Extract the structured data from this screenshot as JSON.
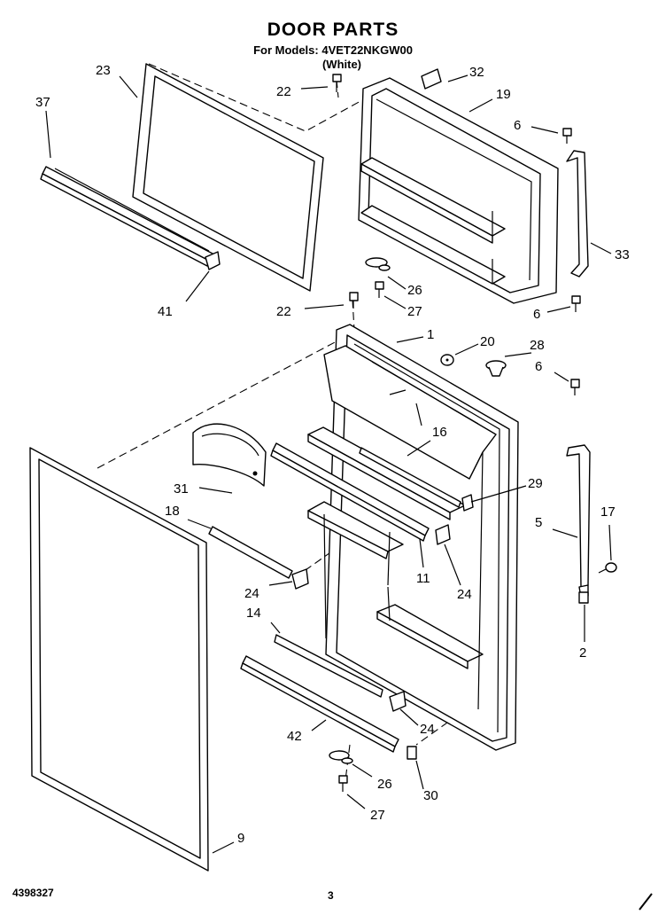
{
  "header": {
    "title": "DOOR PARTS",
    "models_line": "For Models: 4VET22NKGW00",
    "color": "(White)"
  },
  "footer": {
    "doc_number": "4398327",
    "page": "3"
  },
  "callouts": [
    {
      "id": "c23",
      "label": "23"
    },
    {
      "id": "c37",
      "label": "37"
    },
    {
      "id": "c22a",
      "label": "22"
    },
    {
      "id": "c32",
      "label": "32"
    },
    {
      "id": "c19",
      "label": "19"
    },
    {
      "id": "c6a",
      "label": "6"
    },
    {
      "id": "c33",
      "label": "33"
    },
    {
      "id": "c26a",
      "label": "26"
    },
    {
      "id": "c27a",
      "label": "27"
    },
    {
      "id": "c6b",
      "label": "6"
    },
    {
      "id": "c41",
      "label": "41"
    },
    {
      "id": "c22b",
      "label": "22"
    },
    {
      "id": "c1",
      "label": "1"
    },
    {
      "id": "c20",
      "label": "20"
    },
    {
      "id": "c28",
      "label": "28"
    },
    {
      "id": "c6c",
      "label": "6"
    },
    {
      "id": "c16",
      "label": "16"
    },
    {
      "id": "c29",
      "label": "29"
    },
    {
      "id": "c31",
      "label": "31"
    },
    {
      "id": "c18",
      "label": "18"
    },
    {
      "id": "c5",
      "label": "5"
    },
    {
      "id": "c17",
      "label": "17"
    },
    {
      "id": "c24a",
      "label": "24"
    },
    {
      "id": "c11",
      "label": "11"
    },
    {
      "id": "c24b",
      "label": "24"
    },
    {
      "id": "c14",
      "label": "14"
    },
    {
      "id": "c2",
      "label": "2"
    },
    {
      "id": "c24c",
      "label": "24"
    },
    {
      "id": "c42",
      "label": "42"
    },
    {
      "id": "c26b",
      "label": "26"
    },
    {
      "id": "c30",
      "label": "30"
    },
    {
      "id": "c27b",
      "label": "27"
    },
    {
      "id": "c9",
      "label": "9"
    }
  ]
}
